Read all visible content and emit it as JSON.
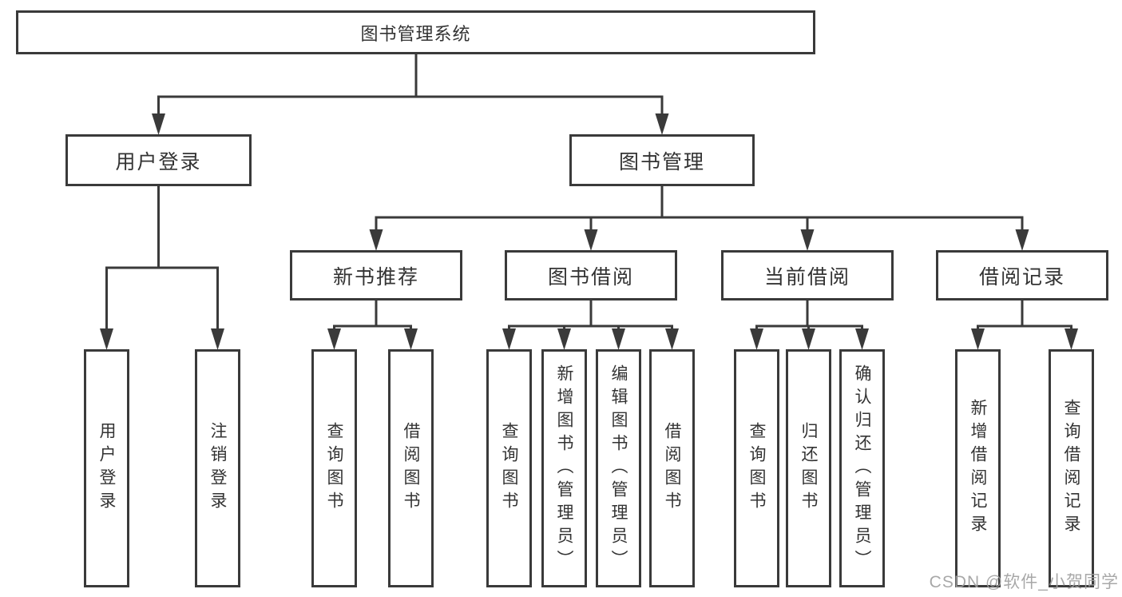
{
  "diagram": {
    "root": {
      "label": "图书管理系统"
    },
    "branches": [
      {
        "label": "用户登录",
        "children": [
          {
            "label": "用户登录"
          },
          {
            "label": "注销登录"
          }
        ]
      },
      {
        "label": "图书管理",
        "groups": [
          {
            "label": "新书推荐",
            "children": [
              {
                "label": "查询图书"
              },
              {
                "label": "借阅图书"
              }
            ]
          },
          {
            "label": "图书借阅",
            "children": [
              {
                "label": "查询图书"
              },
              {
                "label": "新增图书（管理员）"
              },
              {
                "label": "编辑图书（管理员）"
              },
              {
                "label": "借阅图书"
              }
            ]
          },
          {
            "label": "当前借阅",
            "children": [
              {
                "label": "查询图书"
              },
              {
                "label": "归还图书"
              },
              {
                "label": "确认归还（管理员）"
              }
            ]
          },
          {
            "label": "借阅记录",
            "children": [
              {
                "label": "新增借阅记录"
              },
              {
                "label": "查询借阅记录"
              }
            ]
          }
        ]
      }
    ]
  },
  "colors": {
    "line": "#3a3a3a",
    "text": "#333333",
    "background": "#ffffff",
    "watermark": "#9e9e9e"
  },
  "watermark": "CSDN @软件_小贺同学"
}
